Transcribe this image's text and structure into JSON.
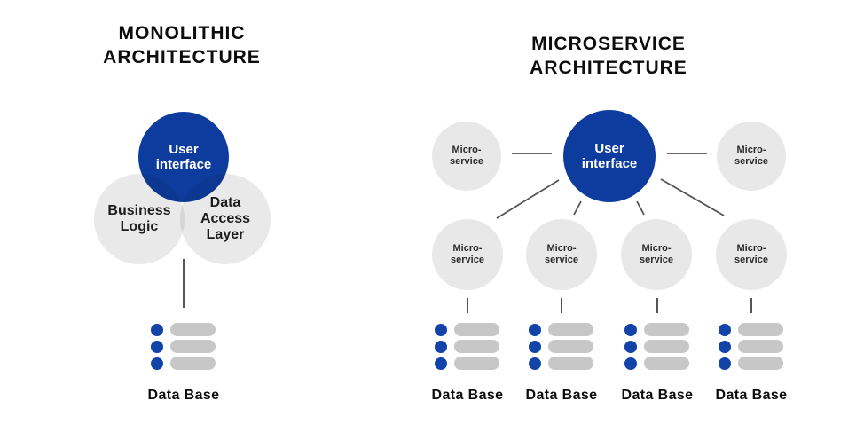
{
  "colors": {
    "primary_blue": "#0d3c9e",
    "node_gray": "#e8e8e8",
    "bar_gray": "#c7c7c7",
    "dot_blue": "#1243a8",
    "connector_gray": "#555555",
    "text_black": "#0d0d0d"
  },
  "icons": {
    "database": "database-stack-icon (3 blue dots + 3 gray rounded bars)"
  },
  "left_diagram": {
    "title_lines": [
      "MONOLITHIC",
      "ARCHITECTURE"
    ],
    "user_interface_lines": [
      "User",
      "interface"
    ],
    "business_logic_lines": [
      "Business",
      "Logic"
    ],
    "data_access_lines": [
      "Data",
      "Access",
      "Layer"
    ],
    "database_label": "Data Base"
  },
  "right_diagram": {
    "title_lines": [
      "MICROSERVICE",
      "ARCHITECTURE"
    ],
    "user_interface_lines": [
      "User",
      "interface"
    ],
    "microservice_label_lines": [
      "Micro-",
      "service"
    ],
    "microservice_count": 6,
    "database_labels": [
      "Data Base",
      "Data Base",
      "Data Base",
      "Data Base"
    ]
  }
}
